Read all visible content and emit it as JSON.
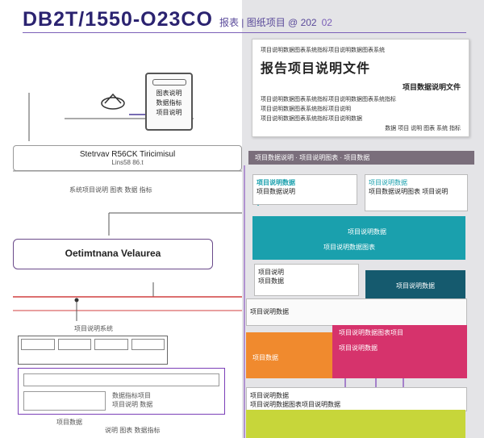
{
  "header": {
    "title": "DB2T/1550-O23CO",
    "subtitle": "报表 | 图纸项目 @ 202",
    "tag": "02"
  },
  "left": {
    "device_text": "图表说明\n数据指标\n项目说明",
    "node1_line1": "Stetrvav R56CK Tiricimisul",
    "node1_line2": "Lins58 86.t",
    "node1_caption": "系统项目说明 图表 数据 指标",
    "node2_label": "Oetimtnana Velaurea",
    "node3_caption": "项目说明系统",
    "node4_caption": "数据指标项目",
    "node4_sub": "项目说明 数据",
    "footer_caption": "项目数据",
    "footer_sub": "说明 图表 数据指标"
  },
  "right": {
    "paper_title": "报告项目说明文件",
    "paper_subtitle": "项目数据说明文件",
    "paper_lines": [
      "项目说明数据图表系统指标项目说明数据图表系统",
      "项目说明数据图表系统指标项目说明数据图表系统指标",
      "项目说明数据图表系统指标项目说明",
      "项目说明数据图表系统指标项目说明数据",
      "数据 项目 说明 图表 系统 指标"
    ],
    "banner_text": "项目数据说明 · 项目说明图表 · 项目数据",
    "card1_title": "项目说明数据",
    "card1_line": "项目数据说明",
    "card2_title": "项目说明数据",
    "card2_line": "项目数据说明图表 项目说明",
    "teal_line1": "项目说明数据",
    "teal_line2": "项目说明数据图表",
    "card3_line1": "项目说明",
    "card3_line2": "项目数据",
    "dark_teal_line": "项目说明数据",
    "panel_label": "项目说明数据",
    "orange_label": "项目数据",
    "magenta_line1": "项目说明数据图表项目",
    "magenta_line2": "项目说明数据",
    "bottom_card_title": "项目说明数据",
    "bottom_card_line": "项目说明数据图表项目说明数据"
  },
  "colors": {
    "title": "#2b2370",
    "teal": "#1aa0ad",
    "dark_teal": "#155a6e",
    "orange": "#f08a2e",
    "magenta": "#d6336c",
    "green": "#c7d63a",
    "banner": "#7a6e7b",
    "accent_red": "#d04040",
    "accent_purple": "#7b3fb8"
  }
}
